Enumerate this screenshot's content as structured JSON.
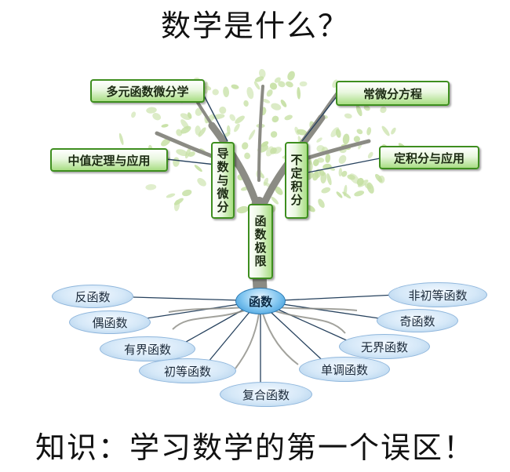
{
  "title": "数学是什么？",
  "footer": "知识：学习数学的第一个误区！",
  "colors": {
    "box_border": "#3e8e1f",
    "box_fill": "#a9de84",
    "root_fill": "#d5e8f8",
    "hub_fill": "#2f8fd1",
    "trunk": "#8b8b84",
    "leaf": "#c6e0a4"
  },
  "trunk_nodes": {
    "limit": "函数极限",
    "derivative": "导数与微分",
    "indefinite": "不定积分"
  },
  "branches": {
    "multivar": "多元函数微分学",
    "ode": "常微分方程",
    "mvt": "中值定理与应用",
    "definite": "定积分与应用"
  },
  "hub": "函数",
  "roots": {
    "inverse": "反函数",
    "even": "偶函数",
    "bounded": "有界函数",
    "elementary": "初等函数",
    "composite": "复合函数",
    "monotone": "单调函数",
    "unbounded": "无界函数",
    "odd": "奇函数",
    "nonelementary": "非初等函数"
  }
}
